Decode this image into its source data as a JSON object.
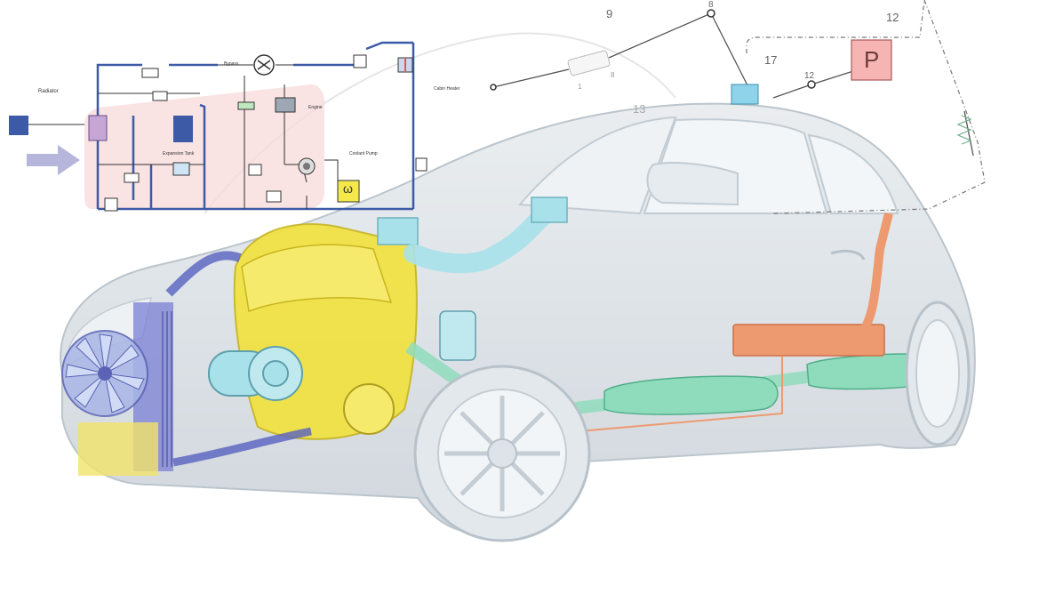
{
  "schematic": {
    "labels": {
      "radiator": "Radiator",
      "bypass": "Bypass",
      "engine": "Engine",
      "cabin_heater": "Cabin Heater",
      "coolant_pump": "Coolant Pump",
      "expansion_tank": "Expansion Tank",
      "omega_symbol": "ω"
    }
  },
  "control_diagram": {
    "nodes": {
      "n9": "9",
      "n8": "8",
      "n12_top": "12",
      "n17": "17",
      "n12_mid": "12",
      "n13": "13",
      "n1": "1",
      "n8_small": "8"
    },
    "pressure_block_label": "P"
  },
  "colors": {
    "coolant_blue": "#3c5aa6",
    "radiator_purple": "#7a7fd4",
    "engine_yellow": "#f2e23c",
    "intake_cyan": "#a9e1ea",
    "exhaust_green": "#8fdcbc",
    "fuel_tank_orange": "#ee9a70",
    "pressure_block": "#f6b5b3",
    "body_shell": "#d9dfe4"
  }
}
